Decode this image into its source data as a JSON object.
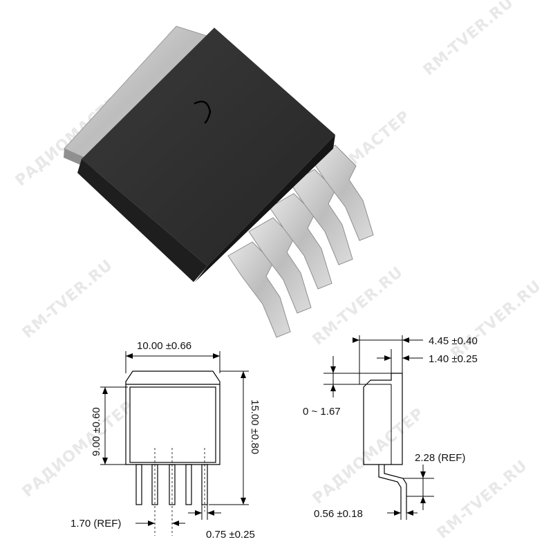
{
  "watermark": {
    "texts": [
      "RM-TVER.RU",
      "РАДИОМАСТЕР"
    ]
  },
  "front_view": {
    "width_label": "10.00 ±0.66",
    "body_height_label": "9.00 ±0.60",
    "total_height_label": "15.00 ±0.80",
    "pitch_label": "1.70 (REF)",
    "lead_width_label": "0.75 ±0.25"
  },
  "side_view": {
    "depth_label": "4.45 ±0.40",
    "tab_thickness_label": "1.40 ±0.25",
    "standoff_label": "0 ~ 1.67",
    "lead_length_label": "2.28 (REF)",
    "lead_thickness_label": "0.56 ±0.18"
  },
  "colors": {
    "package_body": "#2b2b2b",
    "leads": "#c9c9c9",
    "watermark": "#e8e8e8"
  }
}
